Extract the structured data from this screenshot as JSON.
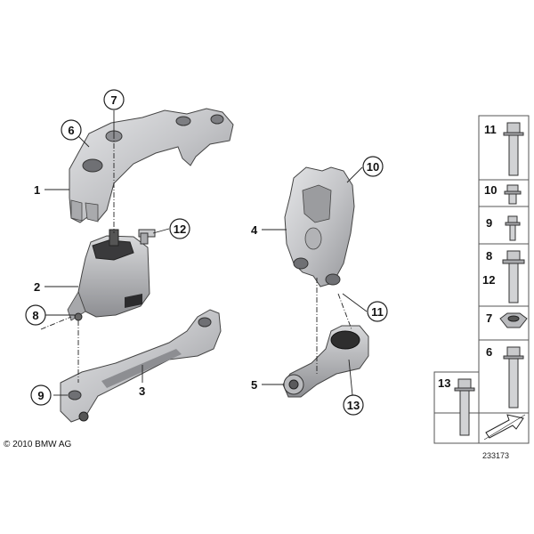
{
  "diagram": {
    "callouts": {
      "p1": "1",
      "p2": "2",
      "p3": "3",
      "p4": "4",
      "p5": "5",
      "p6": "6",
      "p7": "7",
      "p8": "8",
      "p9": "9",
      "p10": "10",
      "p11": "11",
      "p12": "12",
      "p13": "13"
    },
    "hardware_panel": {
      "rows": [
        {
          "labels": [
            "11"
          ],
          "part": "long-bolt"
        },
        {
          "labels": [
            "10"
          ],
          "part": "short-bolt"
        },
        {
          "labels": [
            "9"
          ],
          "part": "small-bolt"
        },
        {
          "labels": [
            "8",
            "12"
          ],
          "part": "flange-bolt"
        },
        {
          "labels": [
            "7"
          ],
          "part": "hex-nut"
        },
        {
          "labels": [
            "6"
          ],
          "part": "long-bolt"
        }
      ],
      "side_item": {
        "label": "13",
        "part": "long-bolt"
      }
    },
    "copyright": "© 2010 BMW AG",
    "doc_number": "233173",
    "colors": {
      "part_fill": "#c9cacc",
      "part_dark": "#8c8d90",
      "outline": "#333333",
      "rubber": "#2e2e2e"
    }
  }
}
